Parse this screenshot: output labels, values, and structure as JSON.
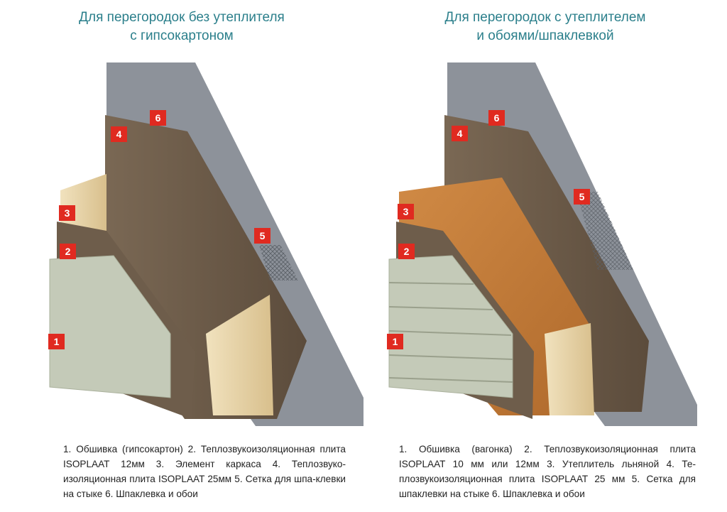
{
  "left": {
    "title_line1": "Для перегородок без утеплителя",
    "title_line2": "с гипсокартоном",
    "badges": [
      "1",
      "2",
      "3",
      "4",
      "5",
      "6"
    ],
    "caption": "1. Обшивка (гипсокартон) 2. Теплозвукоизоляционная плита ISOPLAAT 12мм 3. Элемент каркаса 4. Теплозвуко-изоляционная плита ISOPLAAT 25мм 5. Сетка для шпа-клевки на стыке 6. Шпаклевка и обои"
  },
  "right": {
    "title_line1": "Для перегородок с утеплителем",
    "title_line2": "и обоями/шпаклевкой",
    "badges": [
      "1",
      "2",
      "3",
      "4",
      "5",
      "6"
    ],
    "caption": "1. Обшивка (вагонка) 2. Теплозвукоизоляционная плита ISOPLAAT 10 мм или 12мм 3. Утеплитель льняной 4. Те-плозвукоизоляционная плита ISOPLAAT 25 мм 5. Сетка для шпаклевки на стыке 6. Шпаклевка и обои"
  },
  "colors": {
    "title": "#2b7f8b",
    "badge": "#e02a20",
    "wallpaper": "#8a8f98",
    "board": "#6b5a48",
    "wood": "#e6d2a6",
    "insulation": "#c27b3c",
    "sheathing": "#c5cbb8"
  }
}
